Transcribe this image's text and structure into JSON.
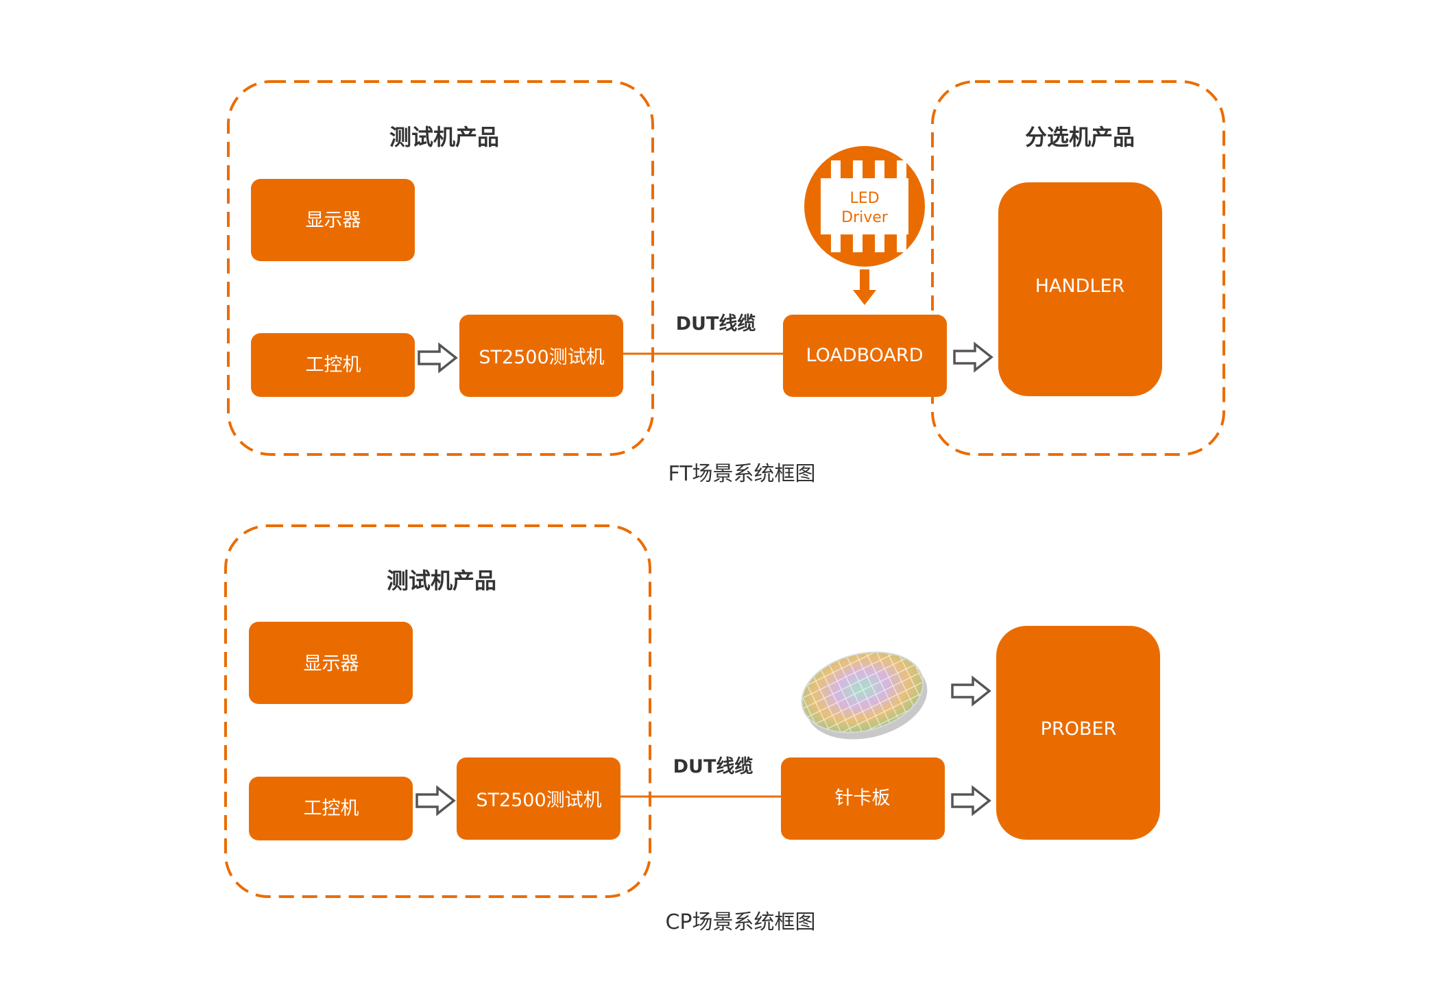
{
  "colors": {
    "accent": "#ea6c00",
    "text": "#333333",
    "dash": "#ea6c00",
    "background": "#ffffff"
  },
  "ft": {
    "tester_group_title": "测试机产品",
    "handler_group_title": "分选机产品",
    "display": "显示器",
    "ipc": "工控机",
    "tester": "ST2500测试机",
    "cable": "DUT线缆",
    "loadboard": "LOADBOARD",
    "handler": "HANDLER",
    "led_line1": "LED",
    "led_line2": "Driver",
    "caption": "FT场景系统框图"
  },
  "cp": {
    "tester_group_title": "测试机产品",
    "display": "显示器",
    "ipc": "工控机",
    "tester": "ST2500测试机",
    "cable": "DUT线缆",
    "probe_card": "针卡板",
    "prober": "PROBER",
    "caption": "CP场景系统框图"
  },
  "icons": {
    "chip": "led-driver-chip-icon",
    "wafer": "wafer-icon",
    "hollow_arrow": "hollow-arrow-right-icon",
    "down_arrow": "arrow-down-icon"
  }
}
